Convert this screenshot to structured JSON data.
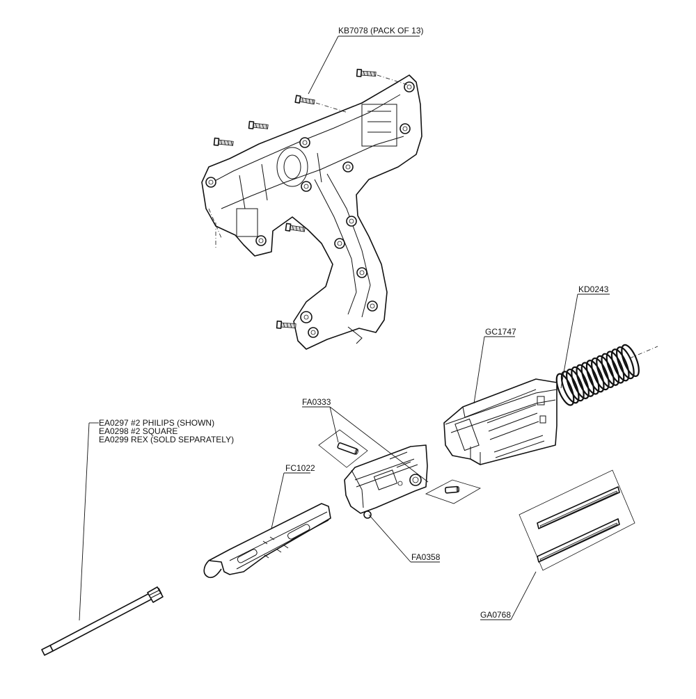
{
  "labels": {
    "kb7078": "KB7078 (PACK OF 13)",
    "kd0243": "KD0243",
    "gc1747": "GC1747",
    "fa0333": "FA0333",
    "fc1022": "FC1022",
    "fa0358": "FA0358",
    "ga0768": "GA0768",
    "bit_lines": [
      "EA0297  #2  PHILIPS (SHOWN)",
      "EA0298  #2 SQUARE",
      "EA0299  REX (SOLD SEPARATELY)"
    ]
  }
}
